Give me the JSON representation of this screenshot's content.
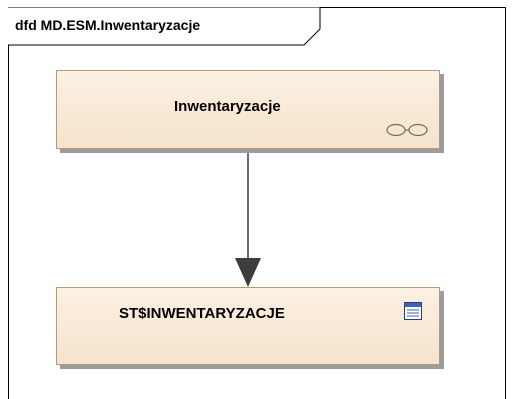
{
  "diagram": {
    "frame_title": "dfd MD.ESM.Inwentaryzacje",
    "nodes": {
      "activity": {
        "label": "Inwentaryzacje",
        "icon": "composite-link-icon"
      },
      "datastore": {
        "label": "ST$INWENTARYZACJE",
        "icon": "table-icon"
      }
    },
    "colors": {
      "node_fill": "#f6e4cc",
      "node_border": "#b49a78",
      "shadow": "#9c9c9c",
      "connector": "#3c3c3c"
    }
  }
}
